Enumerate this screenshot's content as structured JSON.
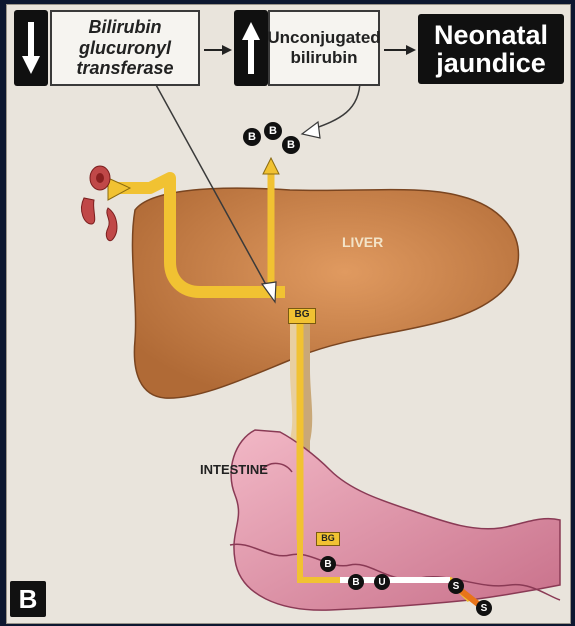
{
  "callouts": {
    "enzyme": [
      "Bilirubin",
      "glucuronyl",
      "transferase"
    ],
    "bilirubin": [
      "Unconjugated",
      "bilirubin"
    ],
    "outcome": [
      "Neonatal",
      "jaundice"
    ]
  },
  "labels": {
    "liver": "LIVER",
    "intestine": "INTESTINE",
    "bg_liver": "BG",
    "bg_intestine": "BG",
    "b_molecule": "B",
    "u_molecule": "U",
    "s_molecule": "S"
  },
  "panel_badge": "B",
  "colors": {
    "liver": "#c8844e",
    "bile": "#f1c232",
    "intestine": "#d98aa0",
    "callout_dark": "#101010"
  },
  "icons": [
    "down-arrow-icon",
    "up-arrow-icon",
    "right-arrow-icon"
  ]
}
